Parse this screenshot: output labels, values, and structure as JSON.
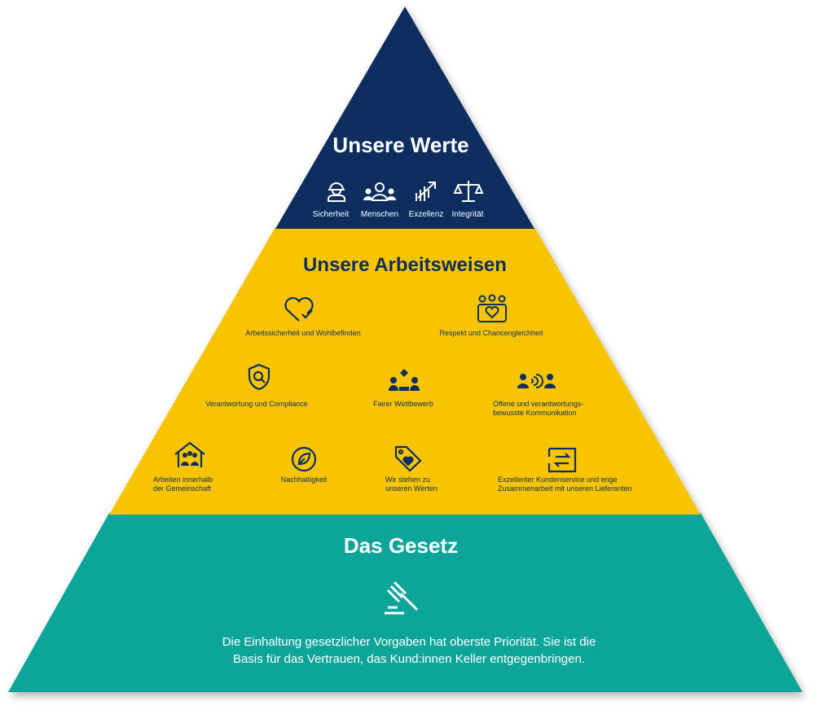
{
  "colors": {
    "values": "#0d2f5e",
    "ways": "#f8c300",
    "law": "#0ea59a",
    "icon_dark": "#0d2f5e",
    "icon_light": "#ffffff"
  },
  "werte": {
    "title": "Unsere Werte",
    "items": [
      {
        "label": "Sicherheit",
        "icon": "hardhat-person-icon"
      },
      {
        "label": "Menschen",
        "icon": "people-group-icon"
      },
      {
        "label": "Exzellenz",
        "icon": "growth-arrow-icon"
      },
      {
        "label": "Integrität",
        "icon": "scales-icon"
      }
    ]
  },
  "arbeitsweisen": {
    "title": "Unsere Arbeitsweisen",
    "items": [
      {
        "label": "Arbeitssicherheit und Wohlbefinden",
        "icon": "heart-check-icon"
      },
      {
        "label": "Respekt und Chancengleichheit",
        "icon": "people-heart-icon"
      },
      {
        "label": "Verantwortung und Compliance",
        "icon": "shield-search-icon"
      },
      {
        "label": "Fairer Wettbewerb",
        "icon": "competition-icon"
      },
      {
        "label": "Offene und verantwortungs-\nbewusste Kommunikation",
        "icon": "communication-icon"
      },
      {
        "label": "Arbeiten innerhalb\nder Gemeinschaft",
        "icon": "house-people-icon"
      },
      {
        "label": "Nachhaltigkeit",
        "icon": "leaf-circle-icon"
      },
      {
        "label": "Wir stehen zu\nunseren Werten",
        "icon": "tag-heart-icon"
      },
      {
        "label": "Exzellenter Kundenservice und enge\nZusammenarbeit mit unseren Lieferanten",
        "icon": "exchange-document-icon"
      }
    ]
  },
  "gesetz": {
    "title": "Das Gesetz",
    "icon": "gavel-icon",
    "text": "Die Einhaltung gesetzlicher Vorgaben hat oberste Priorität. Sie ist die\nBasis für das Vertrauen, das Kund:innen Keller entgegenbringen."
  }
}
